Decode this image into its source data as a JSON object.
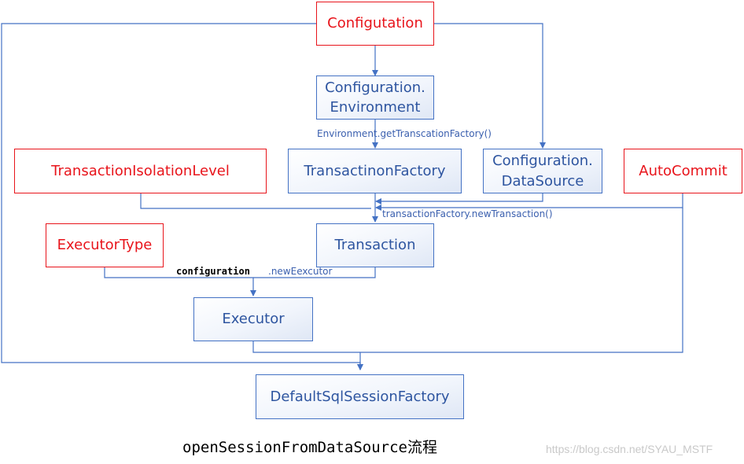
{
  "diagram": {
    "nodes": {
      "configutation": "Configutation",
      "config_environment": "Configuration.\nEnvironment",
      "transaction_isolation_level": "TransactionIsolationLevel",
      "transaction_factory": "TransactinonFactory",
      "config_datasource": "Configuration.\nDataSource",
      "auto_commit": "AutoCommit",
      "executor_type": "ExecutorType",
      "transaction": "Transaction",
      "executor": "Executor",
      "default_session_factory": "DefaultSqlSessionFactory"
    },
    "edge_labels": {
      "get_transaction_factory": "Environment.getTranscationFactory()",
      "new_transaction": "transactionFactory.newTransaction()",
      "new_executor_prefix": "configuration",
      "new_executor_suffix": ".newEexcutor"
    },
    "caption": "openSessionFromDataSource流程",
    "watermark": "https://blog.csdn.net/SYAU_MSTF"
  },
  "colors": {
    "blue_stroke": "#4472c4",
    "blue_text": "#2e55a0",
    "red": "#e8141b",
    "edge_label": "#3a5fae"
  }
}
